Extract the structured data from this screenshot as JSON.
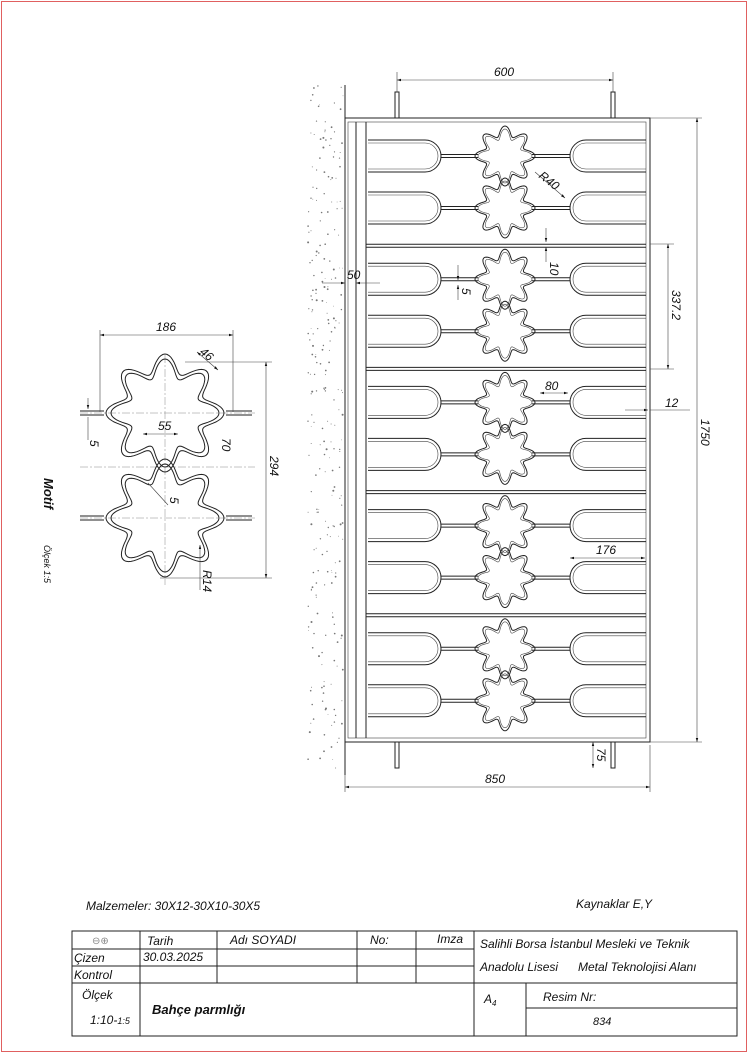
{
  "drawing": {
    "main_dimensions": {
      "post_spacing": "600",
      "overall_width": "850",
      "overall_height": "1750",
      "panel_height": "337.2",
      "frame_thickness": "12",
      "wall_offset": "50",
      "bar_gap": "10",
      "bar_thickness": "5",
      "loop_radius": "R40",
      "motif_gap": "80",
      "loop_length": "176",
      "post_embed": "75"
    },
    "motif": {
      "title": "Motif",
      "scale": "Ölçek 1:5",
      "width": "186",
      "height": "294",
      "lobe": "46",
      "neck": "55",
      "tab": "70",
      "stub": "5",
      "strip": "5",
      "radius": "R14"
    },
    "panel_count": 5
  },
  "notes": {
    "materials": "Malzemeler: 30X12-30X10-30X5",
    "welds": "Kaynaklar E,Y"
  },
  "title_block": {
    "projection_symbol": "⊖⊕",
    "date_header": "Tarih",
    "name_header": "Adı SOYADI",
    "no_header": "No:",
    "signature_header": "Imza",
    "drawn_label": "Çizen",
    "drawn_date": "30.03.2025",
    "checked_label": "Kontrol",
    "scale_label": "Ölçek",
    "scale_value": "1:10-",
    "scale_value_small": "1:5",
    "drawing_title": "Bahçe parmlığı",
    "school_line1": "Salihli Borsa İstanbul Mesleki ve Teknik",
    "school_line2": "Anadolu Lisesi",
    "department": "Metal Teknolojisi Alanı",
    "paper_size": "A",
    "paper_size_sub": "4",
    "drawing_no_label": "Resim Nr:",
    "drawing_no": "834"
  }
}
